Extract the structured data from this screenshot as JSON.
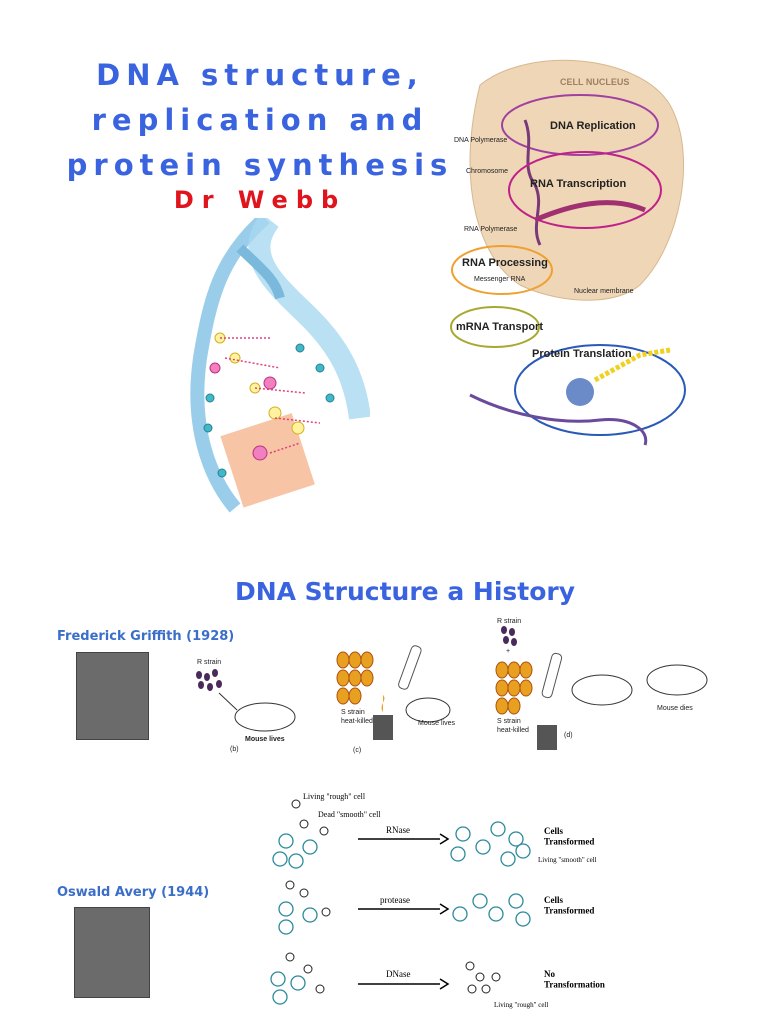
{
  "title": {
    "line1": "DNA structure,",
    "line2": "replication and",
    "line3": "protein synthesis",
    "author": "Dr Webb"
  },
  "nucleus_diagram": {
    "nucleus_label": "CELL NUCLEUS",
    "dna_replication": "DNA Replication",
    "dna_polymerase": "DNA Polymerase",
    "chromosome": "Chromosome",
    "rna_transcription": "RNA Transcription",
    "rna_polymerase": "RNA Polymerase",
    "rna_processing": "RNA Processing",
    "messenger_rna": "Messenger RNA",
    "nuclear_membrane": "Nuclear membrane",
    "mrna_transport": "mRNA Transport",
    "protein_translation": "Protein Translation"
  },
  "history": {
    "heading": "DNA Structure a History",
    "griffith": {
      "name": "Frederick Griffith (1928)",
      "r_strain": "R strain",
      "panel_b_result": "Mouse lives",
      "panel_b_tag": "(b)",
      "s_strain_heat": "S strain\nheat-killed",
      "panel_c_result": "Mouse lives",
      "panel_c_tag": "(c)",
      "r_strain_d": "R strain",
      "plus": "+",
      "s_strain_heat_d": "S strain\nheat-killed",
      "panel_d_result": "Mouse dies",
      "panel_d_tag": "(d)"
    },
    "avery": {
      "name": "Oswald Avery (1944)",
      "living_rough": "Living \"rough\" cell",
      "dead_smooth": "Dead \"smooth\" cell",
      "rnase": "RNase",
      "cells_transformed_1": "Cells\nTransformed",
      "living_smooth": "Living \"smooth\" cell",
      "protease": "protease",
      "cells_transformed_2": "Cells\nTransformed",
      "dnase": "DNase",
      "no_transformation": "No\nTransformation",
      "living_rough_2": "Living \"rough\" cell"
    }
  },
  "colors": {
    "title_blue": "#3a63e0",
    "author_red": "#e0141c",
    "name_blue": "#3a6ec8",
    "replication_purple": "#a040a0",
    "transcription_magenta": "#c0208a",
    "processing_orange": "#f0a030",
    "transport_olive": "#a8a830",
    "translation_blue": "#2a5ab8"
  }
}
